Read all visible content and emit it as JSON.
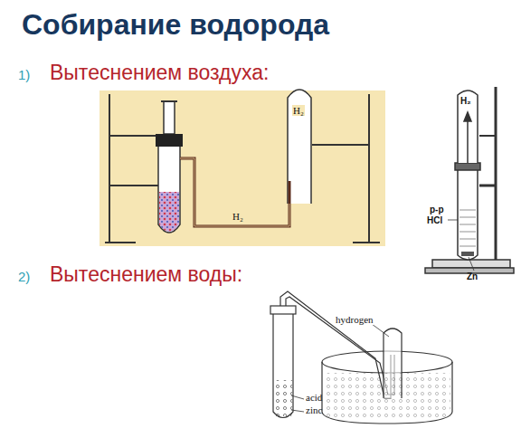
{
  "diagram": {
    "title": "Собирание водорода",
    "labels": [
      "1)",
      "Вытеснением воздуха:",
      "2)",
      "Вытеснением воды:",
      "H₂",
      "H₂",
      "H₂",
      "р-р",
      "HCl",
      "Zn",
      "hydrogen",
      "acid",
      "zinc"
    ]
  }
}
